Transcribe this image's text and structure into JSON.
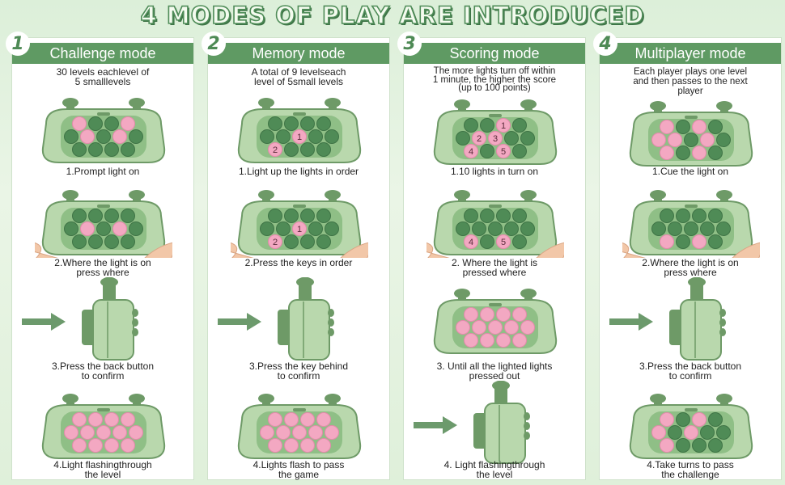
{
  "banner": {
    "title": "4 MODES OF PLAY ARE INTRODUCED"
  },
  "colors": {
    "panel_green": "#5f9a63",
    "device_light": "#b9d8ad",
    "device_dark": "#6e9a67",
    "button_off": "#4f8b56",
    "button_on": "#f3a8c2",
    "arrow": "#6c9a6c"
  },
  "modes": [
    {
      "number": "1",
      "title": "Challenge mode",
      "intro_lines": [
        "30 levels eachlevel of",
        "5 smalllevels"
      ],
      "steps": [
        [
          "1.Prompt light on"
        ],
        [
          "2.Where the light is on",
          "press where"
        ],
        [
          "3.Press the back button",
          "to confirm"
        ],
        [
          "4.Light flashingthrough",
          "the level"
        ]
      ]
    },
    {
      "number": "2",
      "title": "Memory mode",
      "intro_lines": [
        "A total of 9 levelseach",
        "level of 5small levels"
      ],
      "steps": [
        [
          "1.Light up the lights in order"
        ],
        [
          "2.Press the keys in order"
        ],
        [
          "3.Press the key behind",
          "to confirm"
        ],
        [
          "4.Lights flash to pass",
          "the game"
        ]
      ],
      "light_numbers": [
        "1",
        "2"
      ]
    },
    {
      "number": "3",
      "title": "Scoring mode",
      "intro_lines": [
        "The more lights turn off within",
        "1 minute, the higher the score",
        "(up to 100 points)"
      ],
      "steps": [
        [
          "1.10 lights in turn on"
        ],
        [
          "2. Where the light is",
          "pressed where"
        ],
        [
          "3. Until all the lighted lights",
          "pressed out"
        ],
        [
          "4. Light flashingthrough",
          "the level"
        ]
      ],
      "light_numbers": [
        "1",
        "2",
        "3",
        "4",
        "5"
      ]
    },
    {
      "number": "4",
      "title": "Multiplayer mode",
      "intro_lines": [
        "Each player plays one level",
        "and then passes to the next",
        "player"
      ],
      "steps": [
        [
          "1.Cue the light on"
        ],
        [
          "2.Where the light is on",
          "press where"
        ],
        [
          "3.Press the back button",
          "to confirm"
        ],
        [
          "4.Take turns to pass",
          "the challenge"
        ]
      ]
    }
  ]
}
